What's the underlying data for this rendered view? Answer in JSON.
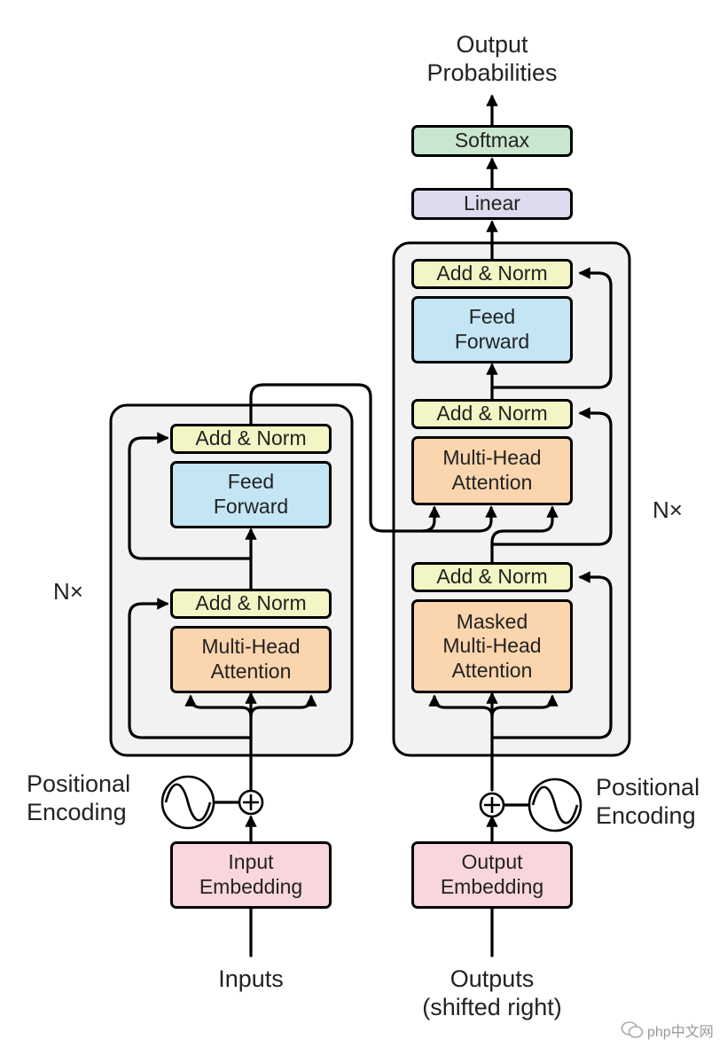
{
  "colors": {
    "add_norm": "#f3f6c4",
    "feed_forward": "#c4e5f4",
    "attention": "#fbd5ad",
    "embedding": "#f9d6dd",
    "linear": "#dcdcee",
    "softmax": "#c9e6cf",
    "block_background": "#f2f2f2"
  },
  "encoder": {
    "add_norm_top": "Add & Norm",
    "feed_forward": [
      "Feed",
      "Forward"
    ],
    "add_norm_bottom": "Add & Norm",
    "attention": [
      "Multi-Head",
      "Attention"
    ],
    "repeat": "N×",
    "positional_encoding": [
      "Positional",
      "Encoding"
    ],
    "embedding": [
      "Input",
      "Embedding"
    ],
    "input_label": "Inputs"
  },
  "decoder": {
    "output_title": [
      "Output",
      "Probabilities"
    ],
    "softmax": "Softmax",
    "linear": "Linear",
    "add_norm_top": "Add & Norm",
    "feed_forward": [
      "Feed",
      "Forward"
    ],
    "add_norm_middle": "Add & Norm",
    "cross_attention": [
      "Multi-Head",
      "Attention"
    ],
    "add_norm_bottom": "Add & Norm",
    "masked_attention": [
      "Masked",
      "Multi-Head",
      "Attention"
    ],
    "repeat": "N×",
    "positional_encoding": [
      "Positional",
      "Encoding"
    ],
    "embedding": [
      "Output",
      "Embedding"
    ],
    "input_label": [
      "Outputs",
      "(shifted right)"
    ]
  },
  "watermark": {
    "icon": "wechat-icon",
    "text": "php中文网"
  }
}
